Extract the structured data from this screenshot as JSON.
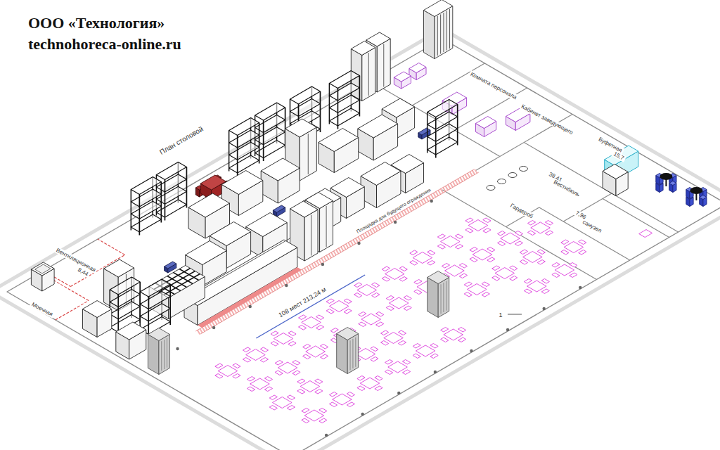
{
  "diagram": {
    "title": "ООО «Технология»",
    "labels": [
      "technohoreca-online.ru",
      "План столовой",
      "Вентиляционная",
      "8,44",
      "108 мест 213,24 м",
      "38,41",
      "Вестибюль",
      "Буфетная",
      "15,7",
      "санузел",
      "7,96",
      "Площадка для будущего ограждения",
      "Кабинет заведующего",
      "Гардероб",
      "Комната персонала",
      "Моечная",
      "1"
    ]
  }
}
